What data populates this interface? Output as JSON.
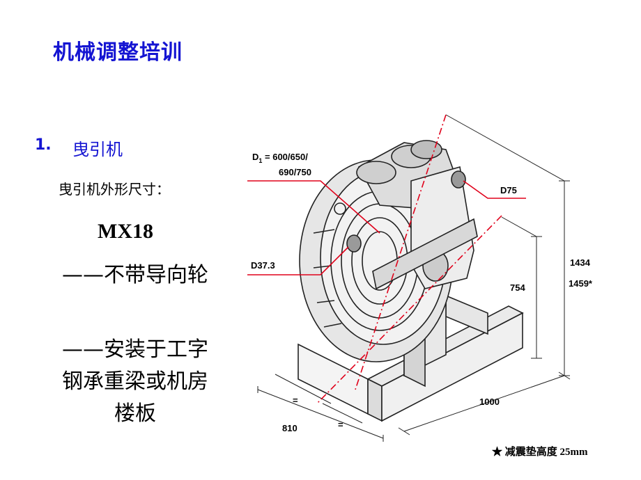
{
  "slide": {
    "title": "机械调整培训",
    "section_number": "1.",
    "section_title": "曳引机",
    "subtitle": "曳引机外形尺寸：",
    "model": "MX18",
    "desc1": "——不带导向轮",
    "desc2": "——安装于工字钢承重梁或机房楼板"
  },
  "figure": {
    "d1_label_a": "D",
    "d1_sub": "1",
    "d1_label_b": " = 600/650/",
    "d1_label_c": "690/750",
    "d75": "D75",
    "d373": "D37.3",
    "dim_1434": "1434",
    "dim_1459": "1459*",
    "dim_754": "754",
    "dim_1000": "1000",
    "dim_810": "810",
    "eq_left": "=",
    "eq_right": "=",
    "note": "★ 减震垫高度 25mm",
    "accent_red": "#e0001a",
    "line_color": "#222222"
  }
}
